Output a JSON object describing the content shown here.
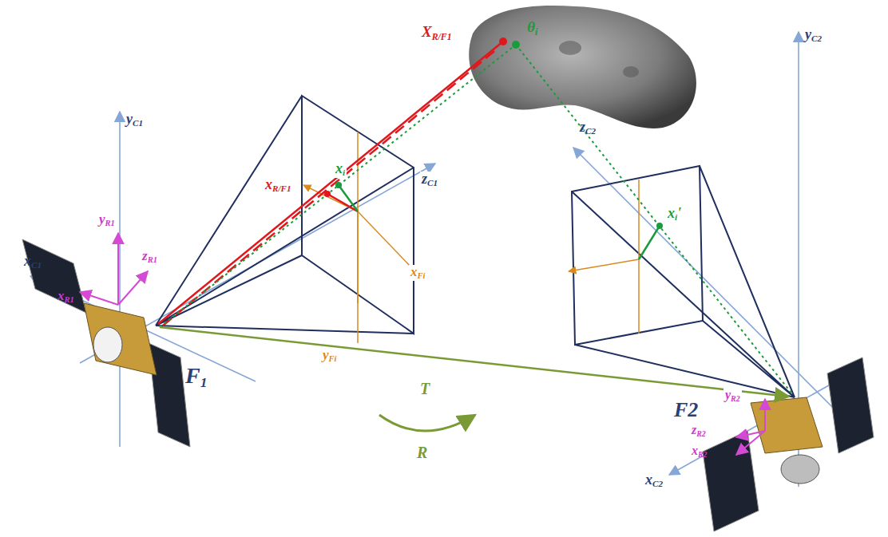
{
  "diagram": {
    "labels": [
      "XR/F1",
      "θi",
      "yC1",
      "zC1",
      "yC2",
      "zC2",
      "yR1",
      "xR/F1",
      "xi",
      "zR1",
      "xR1",
      "xC1",
      "xFi",
      "yFi",
      "F1",
      "T",
      "R",
      "xi'",
      "yR2",
      "F2",
      "zR2",
      "xR2",
      "xC2"
    ]
  }
}
